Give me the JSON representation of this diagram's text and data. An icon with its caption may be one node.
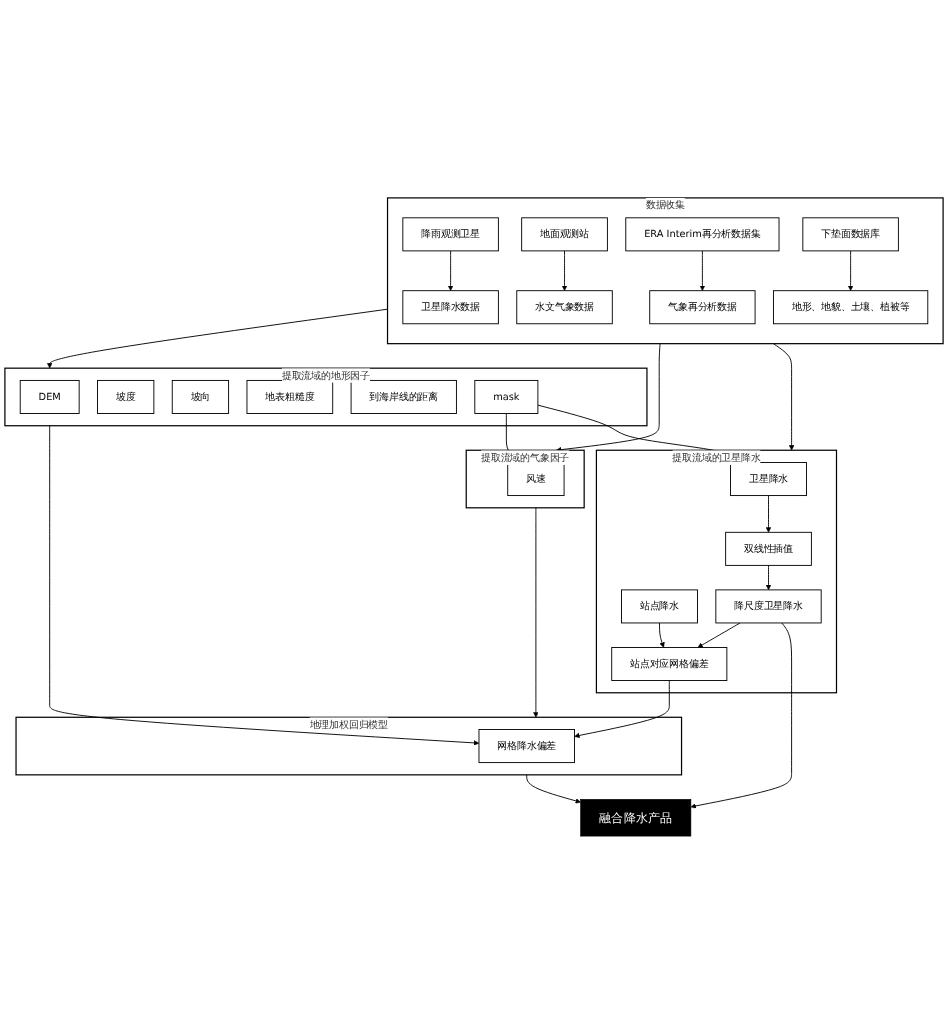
{
  "diagram": {
    "nodes": [
      {
        "text": [
          "数据收集"
        ]
      },
      {
        "text": [
          "降雨观测卫星"
        ],
        "in": 0
      },
      {
        "text": [
          "地面观测站"
        ],
        "in": 0
      },
      {
        "text": [
          "ERA Interim再分析数据集"
        ],
        "in": 0
      },
      {
        "text": [
          "下垫面数据库"
        ],
        "in": 0
      },
      {
        "text": [
          "卫星降水数据"
        ],
        "in": 0
      },
      {
        "text": [
          "水文气象数据"
        ],
        "in": 0
      },
      {
        "text": [
          "气象再分析数据"
        ],
        "in": 0
      },
      {
        "text": [
          "地形、地貌、土壤、植被等"
        ],
        "in": 0
      },
      {
        "text": [
          "提取流域的地形因子"
        ]
      },
      {
        "text": [
          "DEM"
        ],
        "in": 9
      },
      {
        "text": [
          "mask"
        ],
        "in": 9
      },
      {
        "text": [
          "坡度"
        ],
        "in": 9
      },
      {
        "text": [
          "坡向"
        ],
        "in": 9
      },
      {
        "text": [
          "地表粗糙度"
        ],
        "in": 9
      },
      {
        "text": [
          "到海岸线的距离"
        ],
        "in": 9
      },
      {
        "text": [
          "提取流域的气象因子"
        ]
      },
      {
        "text": [
          "风速"
        ],
        "in": 16
      },
      {
        "text": [
          "提取流域的卫星降水"
        ]
      },
      {
        "text": [
          "卫星降水"
        ],
        "in": 18
      },
      {
        "text": [
          "站点降水"
        ],
        "in": 18
      },
      {
        "text": [
          "双线性插值"
        ],
        "in": 18
      },
      {
        "text": [
          "降尺度卫星降水"
        ],
        "in": 18
      },
      {
        "text": [
          "站点对应网格偏差"
        ],
        "in": 18
      },
      {
        "text": [
          "地理加权回归模型"
        ]
      },
      {
        "text": [
          "网格降水偏差"
        ],
        "in": 24
      },
      {
        "text": [
          "融合降水产品"
        ]
      }
    ],
    "edges": [
      {
        "from": 1,
        "to": 5,
        "arrow": "to"
      },
      {
        "from": 2,
        "to": 6,
        "arrow": "to"
      },
      {
        "from": 3,
        "to": 7,
        "arrow": "to"
      },
      {
        "from": 4,
        "to": 8,
        "arrow": "to"
      },
      {
        "from": 0,
        "to": 9,
        "arrow": "to"
      },
      {
        "from": 0,
        "to": 16,
        "arrow": "to"
      },
      {
        "from": 0,
        "to": 18,
        "arrow": "to"
      },
      {
        "from": 11,
        "to": 17,
        "arrow": "to"
      },
      {
        "from": 11,
        "to": 19,
        "arrow": "to"
      },
      {
        "from": 19,
        "to": 21,
        "arrow": "to"
      },
      {
        "from": 21,
        "to": 22,
        "arrow": "to"
      },
      {
        "from": 22,
        "to": 23,
        "arrow": "to"
      },
      {
        "from": 20,
        "to": 23,
        "arrow": "to"
      },
      {
        "from": 9,
        "to": 25,
        "arrow": "to"
      },
      {
        "from": 16,
        "to": 24,
        "arrow": "to"
      },
      {
        "from": 23,
        "to": 25,
        "arrow": "to"
      },
      {
        "from": 22,
        "to": 26,
        "arrow": "to"
      },
      {
        "from": 24,
        "to": 26,
        "arrow": "to"
      }
    ]
  }
}
